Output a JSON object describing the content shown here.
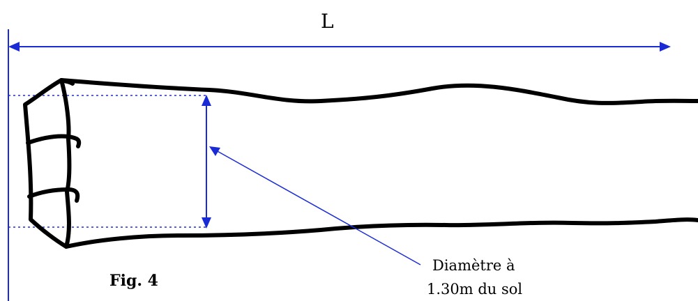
{
  "labels": {
    "length": "L",
    "diameter_line1": "Diamètre à",
    "diameter_line2": "1.30m du sol",
    "figure": "Fig. 4"
  },
  "colors": {
    "annotation": "#1a2bd6",
    "log_outline": "#000000",
    "background": "#ffffff"
  }
}
